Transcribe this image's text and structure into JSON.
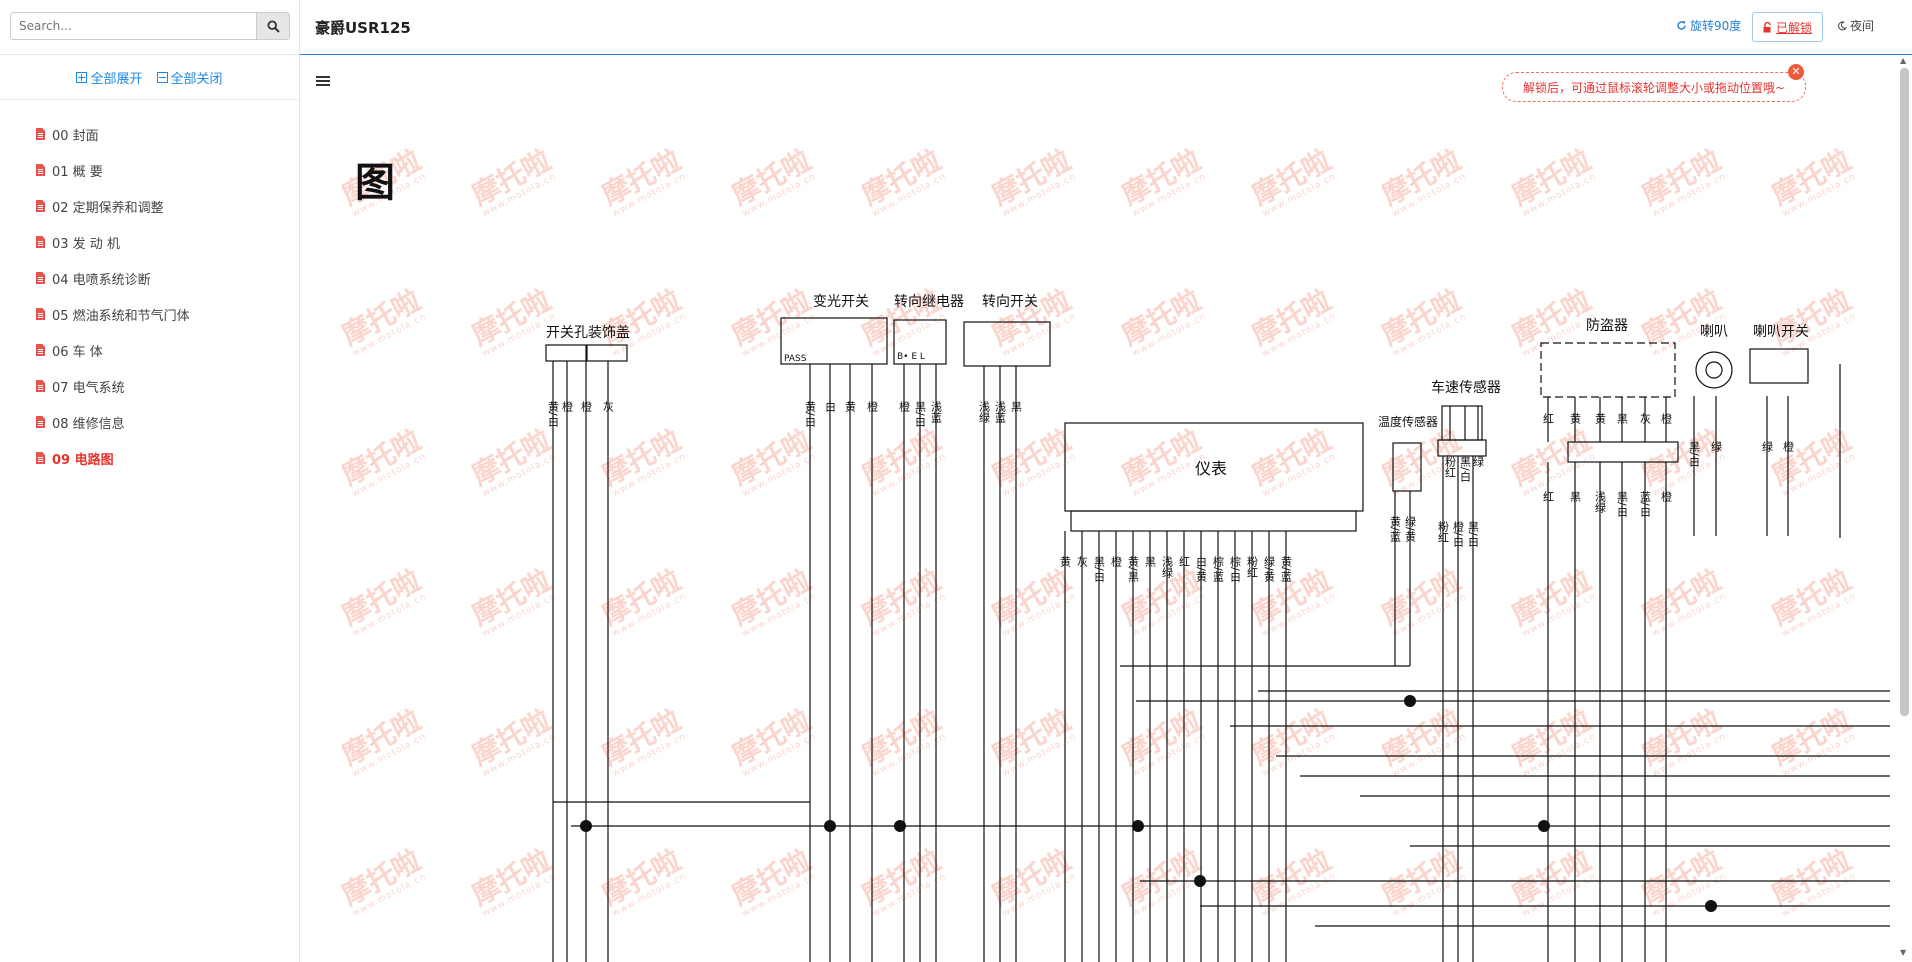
{
  "search": {
    "placeholder": "Search..."
  },
  "sidebar": {
    "expand_all": "全部展开",
    "collapse_all": "全部关闭",
    "items": [
      {
        "label": "00 封面",
        "active": false
      },
      {
        "label": "01 概 要",
        "active": false
      },
      {
        "label": "02 定期保养和调整",
        "active": false
      },
      {
        "label": "03 发 动 机",
        "active": false
      },
      {
        "label": "04 电喷系统诊断",
        "active": false
      },
      {
        "label": "05 燃油系统和节气门体",
        "active": false
      },
      {
        "label": "06 车 体",
        "active": false
      },
      {
        "label": "07 电气系统",
        "active": false
      },
      {
        "label": "08 维修信息",
        "active": false
      },
      {
        "label": "09 电路图",
        "active": true
      }
    ]
  },
  "header": {
    "title": "豪爵USR125",
    "rotate_label": "旋转90度",
    "unlock_label": "已解锁",
    "night_label": "夜间",
    "tooltip": "解锁后，可通过鼠标滚轮调整大小或拖动位置哦~"
  },
  "diagram": {
    "page_heading": "图",
    "watermark": "摩托啦",
    "watermark_url": "www.motola.cn",
    "labels": {
      "switch_cover": "开关孔装饰盖",
      "dimmer": "变光开关",
      "turn_relay": "转向继电器",
      "turn_switch": "转向开关",
      "gauge": "仪表",
      "temp_sensor": "温度传感器",
      "speed_sensor": "车速传感器",
      "alarm": "防盗器",
      "horn": "喇叭",
      "horn_switch": "喇叭开关",
      "pass": "PASS",
      "relay_pins": "B• E L"
    },
    "wires_left": [
      "黄/白",
      "橙",
      "橙",
      "灰"
    ],
    "wires_dimmer": [
      "黄/白",
      "白",
      "黄",
      "橙"
    ],
    "wires_relay": [
      "橙",
      "黑/白",
      "浅蓝"
    ],
    "wires_turn": [
      "浅绿",
      "浅蓝",
      "黑"
    ],
    "wires_gauge": [
      "黄",
      "灰",
      "黑/白",
      "橙",
      "黄/黑",
      "黑",
      "浅绿",
      "红",
      "白/黄",
      "棕/蓝",
      "棕/白",
      "粉红",
      "绿/黄",
      "黄/蓝"
    ],
    "wires_temp": [
      "黄/蓝",
      "绿/黄"
    ],
    "wires_speed_top": [
      "粉红",
      "黑/白",
      "绿"
    ],
    "wires_speed": [
      "粉红",
      "橙/白",
      "黑/白"
    ],
    "wires_alarm_top": [
      "红",
      "黄",
      "黄",
      "黑",
      "灰",
      "橙"
    ],
    "wires_alarm": [
      "红",
      "黑",
      "浅绿",
      "黑/白",
      "蓝/白",
      "橙"
    ],
    "wires_horn": [
      "黑/白",
      "绿",
      "绿",
      "橙"
    ]
  }
}
